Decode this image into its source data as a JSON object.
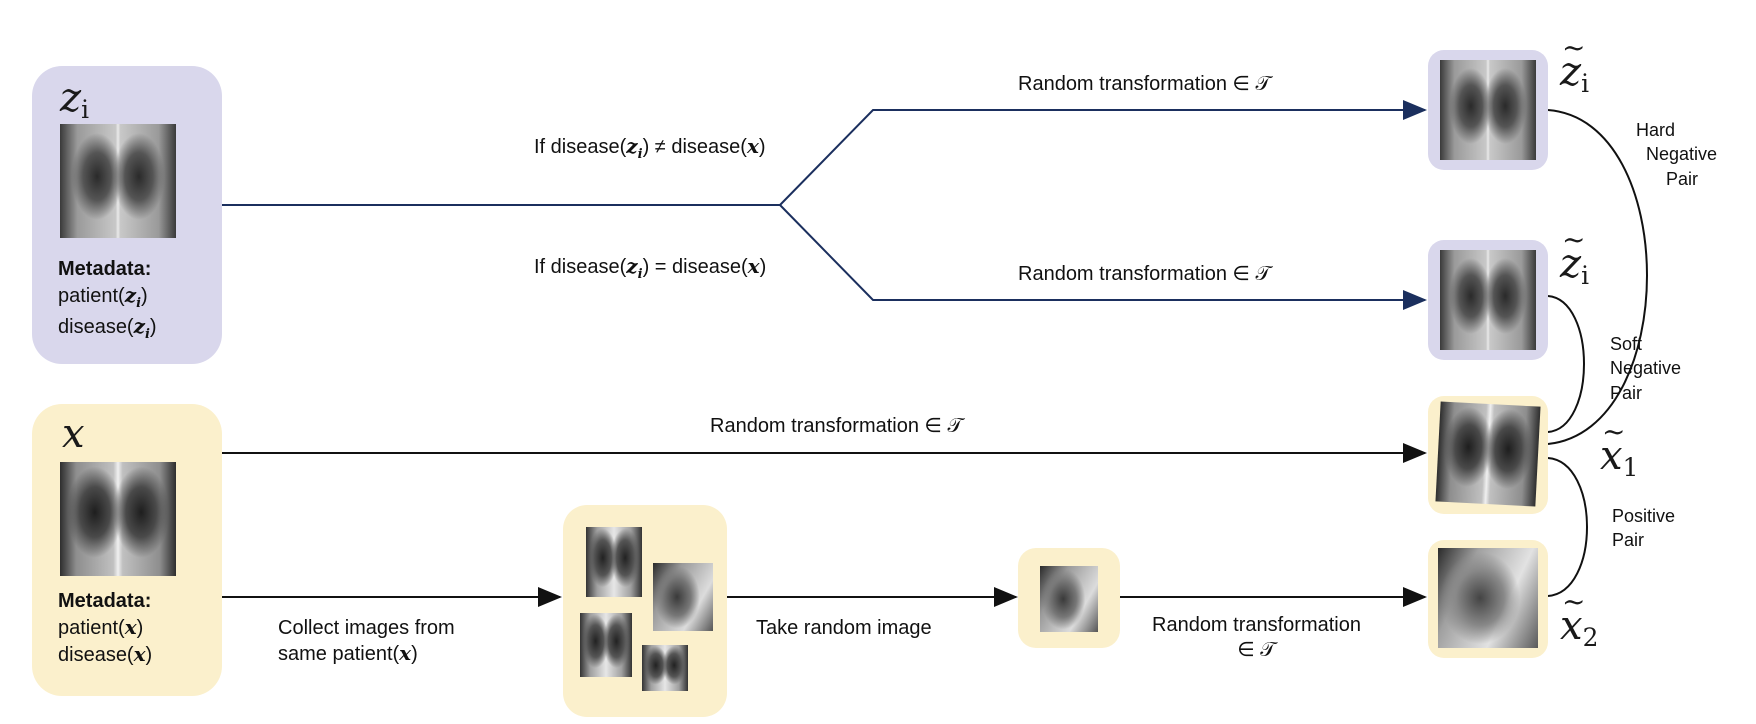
{
  "boxes": {
    "z": {
      "symbol": "z",
      "sub": "i",
      "meta_title": "Metadata:",
      "meta_line1_pre": "patient(",
      "meta_line1_var": "z",
      "meta_line1_sub": "i",
      "meta_line1_post": ")",
      "meta_line2_pre": "disease(",
      "meta_line2_var": "z",
      "meta_line2_sub": "i",
      "meta_line2_post": ")"
    },
    "x": {
      "symbol": "x",
      "meta_title": "Metadata:",
      "meta_line1_pre": "patient(",
      "meta_line1_var": "x",
      "meta_line1_post": ")",
      "meta_line2_pre": "disease(",
      "meta_line2_var": "x",
      "meta_line2_post": ")"
    }
  },
  "conditions": {
    "neq": {
      "prefix": "If  disease(",
      "v1": "z",
      "s1": "i",
      "mid": ") ≠ disease(",
      "v2": "x",
      "post": ")"
    },
    "eq": {
      "prefix": "If  disease(",
      "v1": "z",
      "s1": "i",
      "mid": ") = disease(",
      "v2": "x",
      "post": ")"
    }
  },
  "edges": {
    "transform_top": "Random transformation ∈ 𝒯",
    "transform_mid": "Random transformation ∈ 𝒯",
    "transform_x": "Random transformation ∈ 𝒯",
    "collect_line1": "Collect images from",
    "collect_line2_pre": "same patient(",
    "collect_line2_var": "x",
    "collect_line2_post": ")",
    "take_random": "Take random image",
    "transform_bottom_line1": "Random transformation",
    "transform_bottom_line2": "∈ 𝒯"
  },
  "outputs": {
    "z_tilde_1": {
      "base": "z",
      "sub": "i",
      "accent": "~"
    },
    "z_tilde_2": {
      "base": "z",
      "sub": "i",
      "accent": "~"
    },
    "x_tilde_1": {
      "base": "x",
      "sub": "1",
      "accent": "~"
    },
    "x_tilde_2": {
      "base": "x",
      "sub": "2",
      "accent": "~"
    }
  },
  "pairs": {
    "hard_line1": "Hard",
    "hard_line2": "Negative",
    "hard_line3": "Pair",
    "soft_line1": "Soft",
    "soft_line2": "Negative",
    "soft_line3": "Pair",
    "pos_line1": "Positive",
    "pos_line2": "Pair"
  },
  "colors": {
    "purple_box": "#d9d7ec",
    "yellow_box": "#fbf0cc",
    "navy_arrow": "#1b2f5e",
    "black_arrow": "#111111"
  }
}
